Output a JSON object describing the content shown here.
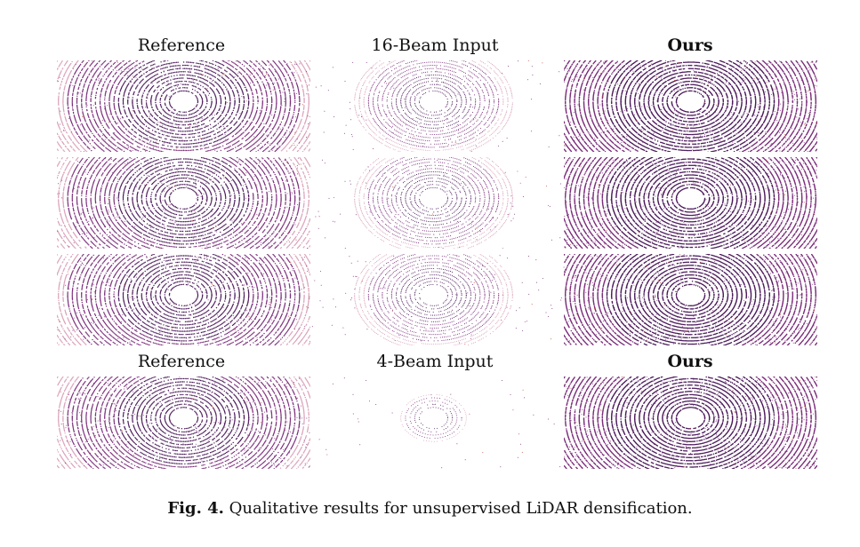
{
  "figure": {
    "top_headers": [
      "Reference",
      "16-Beam Input",
      "Ours"
    ],
    "bottom_headers": [
      "Reference",
      "4-Beam Input",
      "Ours"
    ],
    "caption_label": "Fig. 4.",
    "caption_text": "Qualitative results for unsupervised LiDAR densification."
  },
  "colors": {
    "scan_dark": "#4a1a5a",
    "scan_mid": "#7a2d7a",
    "scan_warm": "#c04a3a",
    "scan_light": "#d9a0b8"
  }
}
